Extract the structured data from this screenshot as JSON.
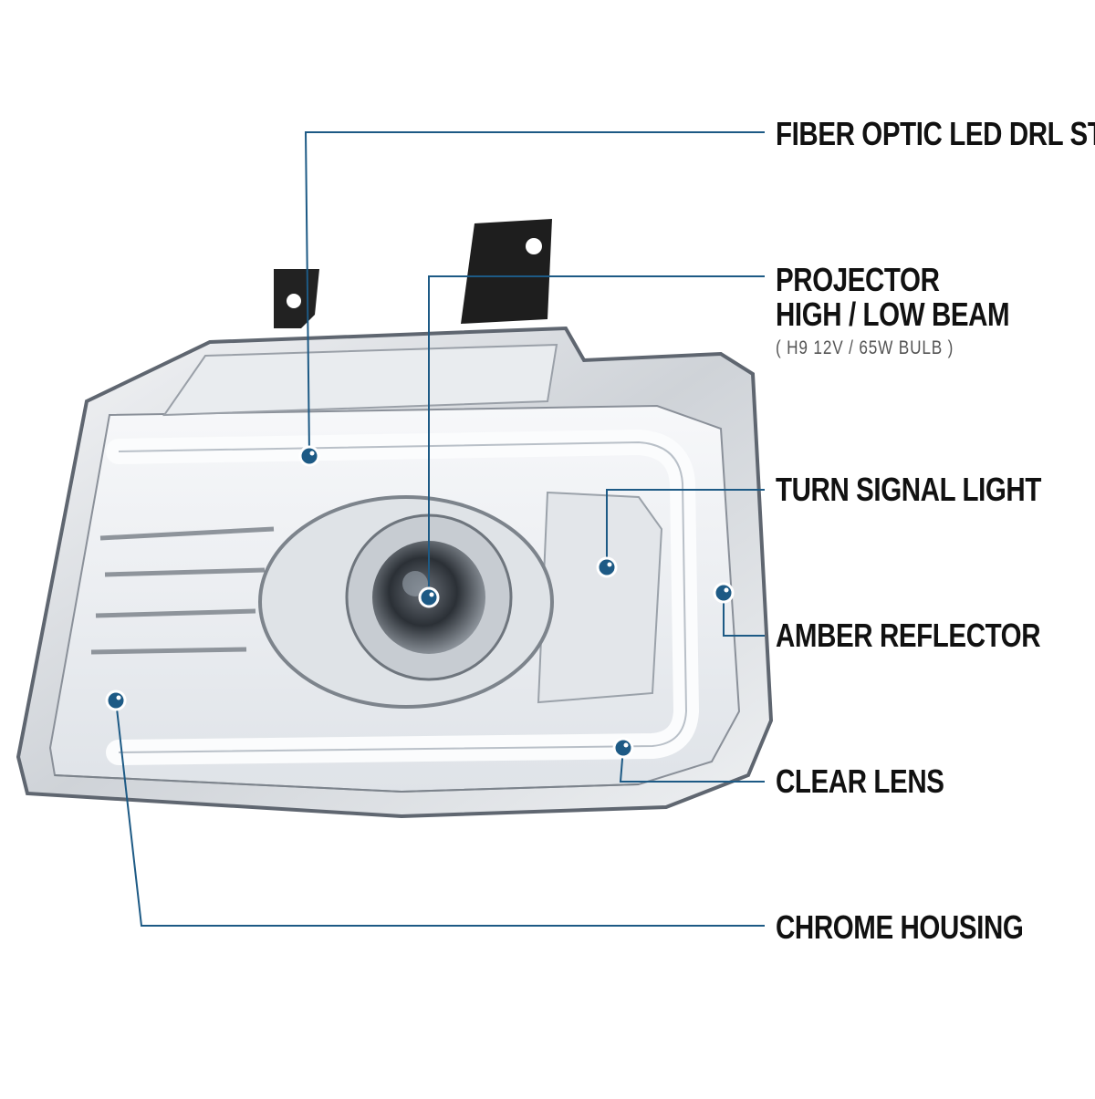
{
  "accent_color": "#1d5a85",
  "labels": {
    "drl": "FIBER OPTIC LED DRL STRIP",
    "projector_line1": "PROJECTOR",
    "projector_line2": "HIGH / LOW BEAM",
    "projector_bulb": "( H9  12V / 65W  BULB )",
    "turn_signal": "TURN SIGNAL LIGHT",
    "amber_reflector": "AMBER REFLECTOR",
    "clear_lens": "CLEAR LENS",
    "chrome_housing": "CHROME HOUSING"
  }
}
